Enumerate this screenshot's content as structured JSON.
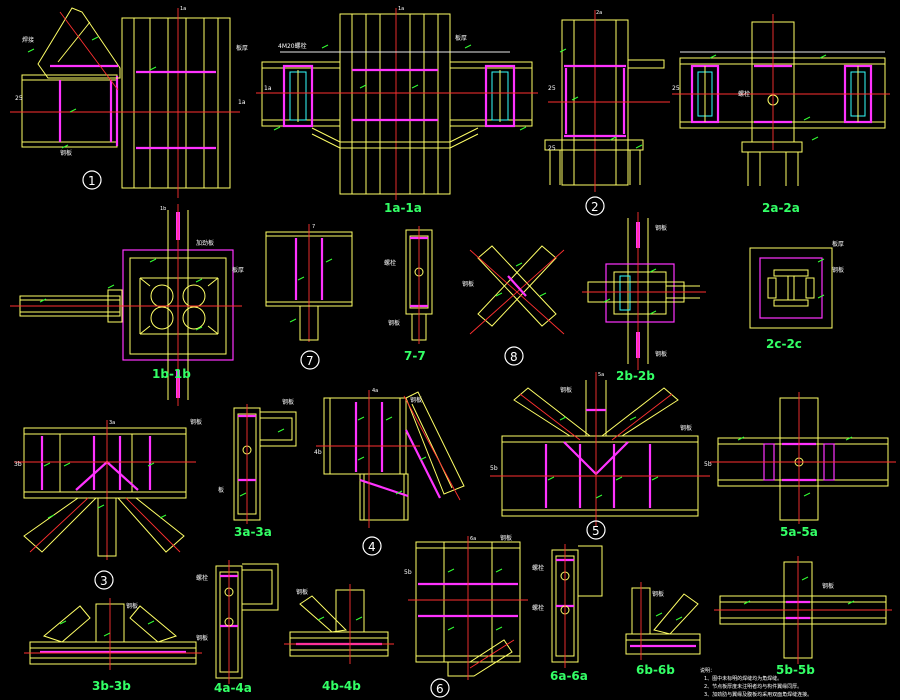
{
  "sheet": {
    "background": "#000000",
    "colors": {
      "member": "#ffff66",
      "plate": "#ff33ff",
      "axis": "#ff3030",
      "weld": "#33ff33",
      "label": "#33ff66"
    }
  },
  "labels": {
    "v1a": "1a-1a",
    "v2a": "2a-2a",
    "v1b": "1b-1b",
    "v77": "7-7",
    "v2b": "2b-2b",
    "v2c": "2c-2c",
    "v3a": "3a-3a",
    "v5a": "5a-5a",
    "v3b": "3b-3b",
    "v4a": "4a-4a",
    "v4b": "4b-4b",
    "v6a": "6a-6a",
    "v6b": "6b-6b",
    "v5b": "5b-5b"
  },
  "detail_numbers": {
    "d1": "1",
    "d2": "2",
    "d3": "3",
    "d4": "4",
    "d5": "5",
    "d6": "6",
    "d7": "7",
    "d8": "8"
  },
  "section_marks": {
    "s1a": "1a",
    "s2a": "2a",
    "s3a": "3a",
    "s4a": "4a",
    "s5a": "5a",
    "s6a": "6a",
    "s7": "7",
    "s1b": "1b",
    "s2b": "2b",
    "s2c": "2c",
    "s3b": "3b",
    "s4b": "4b",
    "s5b": "5b",
    "s6b": "6b"
  },
  "notes": {
    "title": "说明：",
    "line1": "1、图中未标明的焊缝均为角焊缝。",
    "line2": "2、节点板厚度未注明者均与构件翼缘同厚。",
    "line3": "3、加劲肋与翼缘及腹板均采用双面角焊缝连接。"
  }
}
